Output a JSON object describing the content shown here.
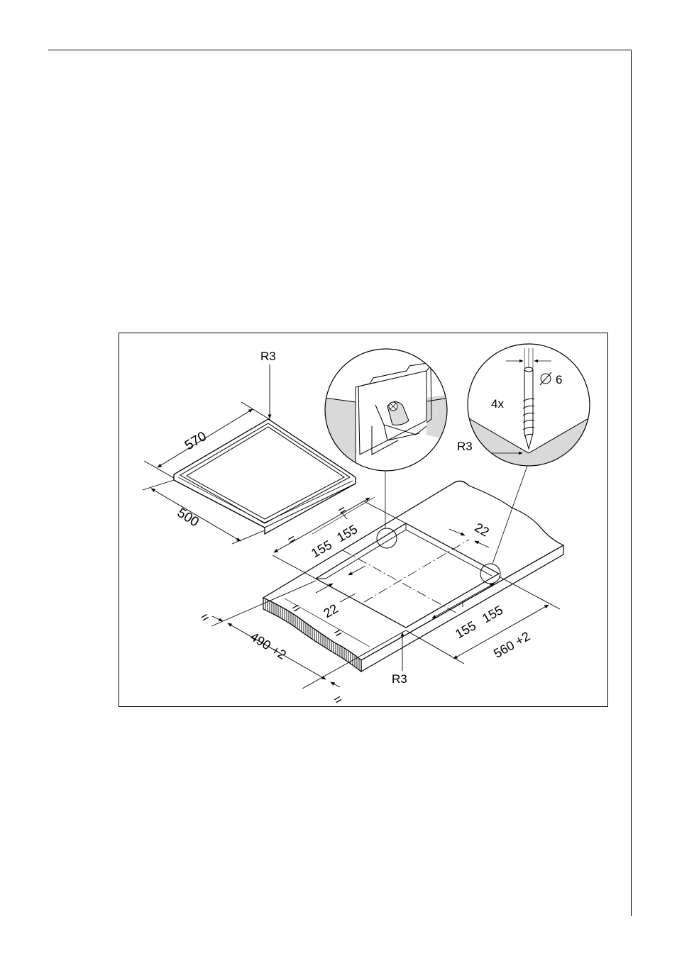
{
  "figure": {
    "labels": {
      "r3_hob": "R3",
      "r3_detail": "R3",
      "r3_cutout": "R3",
      "screw_count": "4x",
      "screw_diameter": "6",
      "hob_width": "570",
      "hob_depth": "500",
      "cutout_width": "560 +2",
      "cutout_depth": "490 +2",
      "spacing_a": "155",
      "spacing_b": "155",
      "spacing_c": "155",
      "spacing_d": "155",
      "inset_a": "22",
      "inset_b": "22",
      "eq_1": "=",
      "eq_2": "=",
      "eq_3": "=",
      "eq_4": "=",
      "eq_5": "=",
      "eq_6": "="
    }
  }
}
